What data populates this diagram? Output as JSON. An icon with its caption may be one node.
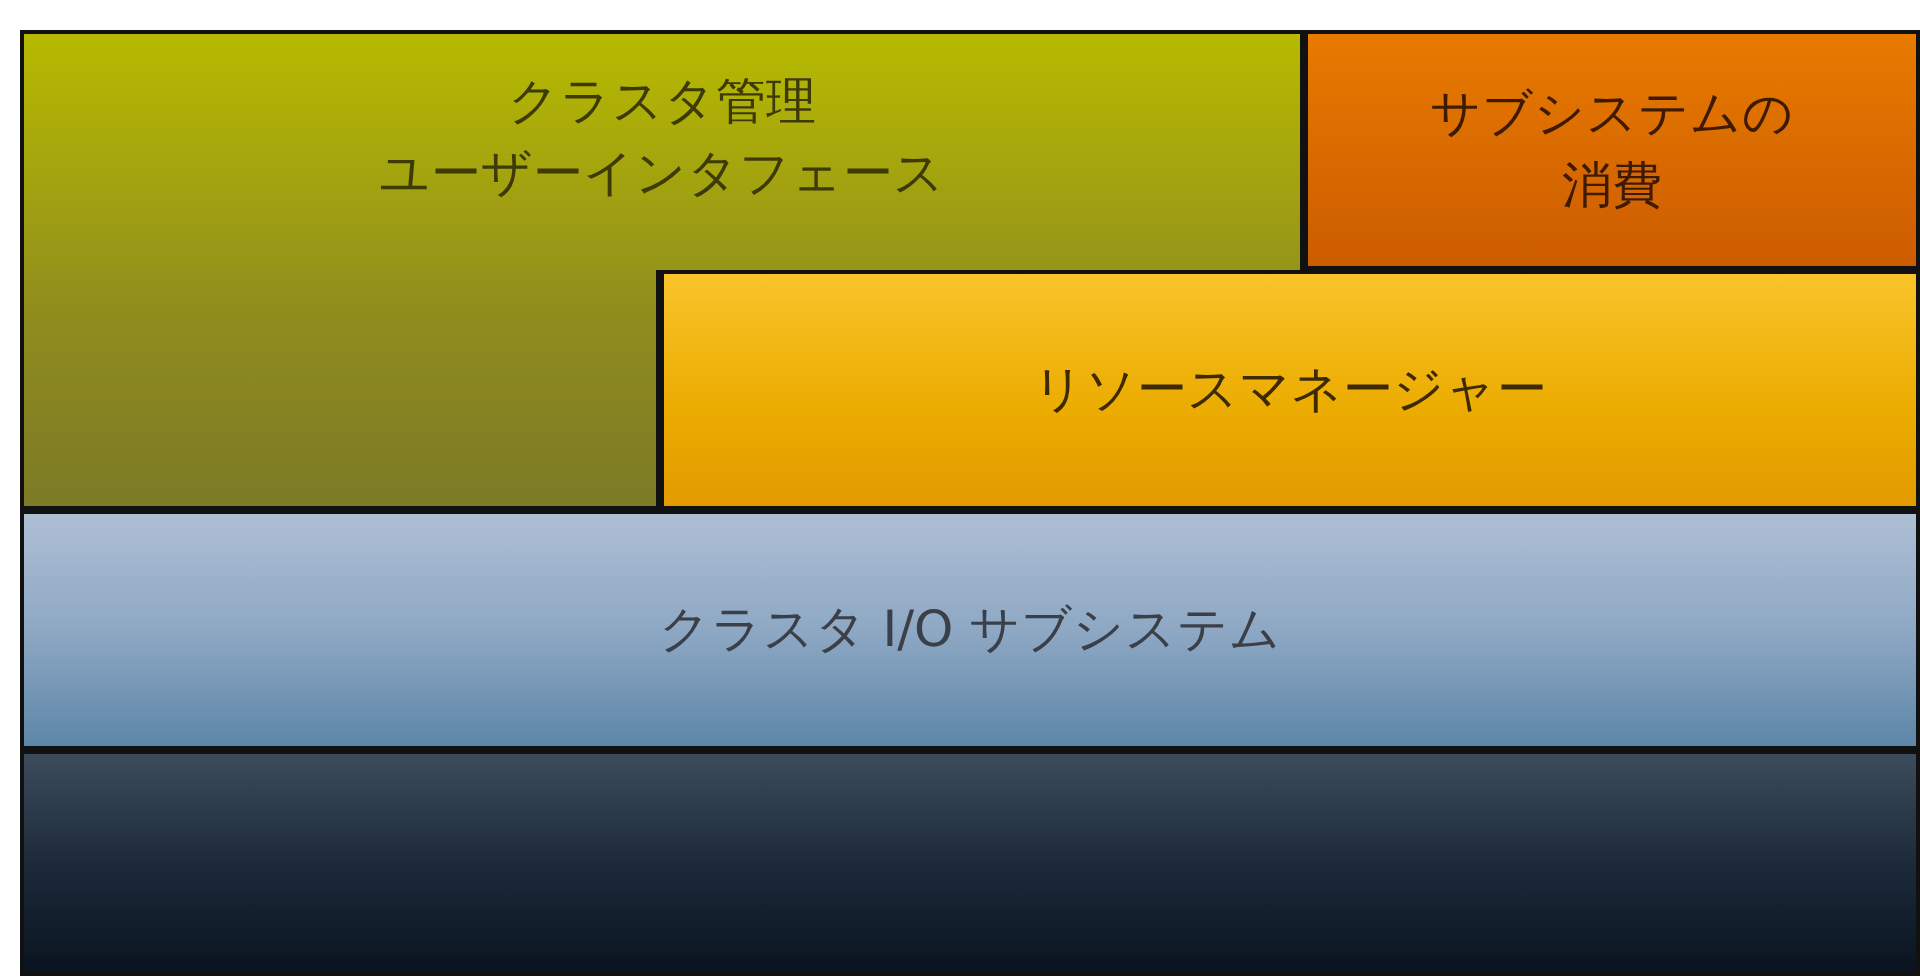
{
  "diagram": {
    "nodes": [
      {
        "text": [
          "クラスタ管理",
          "ユーザーインタフェース"
        ]
      },
      {
        "text": [
          "サブシステムの消費"
        ]
      },
      {
        "text": [],
        "shape": "box"
      },
      {
        "text": [
          "リソースマネージャー"
        ]
      },
      {
        "text": [
          "クラスタ I/O サブシステム"
        ]
      },
      {
        "text": [],
        "shape": "box"
      }
    ]
  }
}
